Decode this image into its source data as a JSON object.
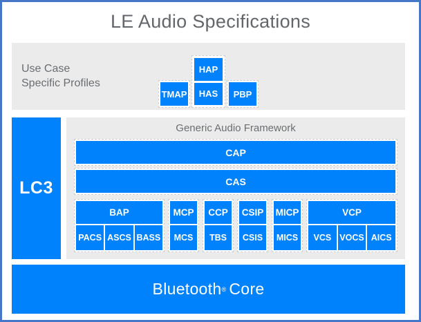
{
  "title": "LE Audio Specifications",
  "colors": {
    "box_blue": "#0082fc",
    "panel_gray": "#ebebeb",
    "frame_blue": "#4576c8",
    "label_gray": "#6a6e71",
    "dashed_border": "#cfcfcf"
  },
  "use_case": {
    "label_line1": "Use Case",
    "label_line2": "Specific Profiles",
    "hap": "HAP",
    "has": "HAS",
    "tmap": "TMAP",
    "pbp": "PBP"
  },
  "lc3": "LC3",
  "framework": {
    "title": "Generic Audio Framework",
    "cap": "CAP",
    "cas": "CAS",
    "groups": [
      {
        "parent": "BAP",
        "children": [
          "PACS",
          "ASCS",
          "BASS"
        ]
      },
      {
        "parent": "MCP",
        "children": [
          "MCS"
        ]
      },
      {
        "parent": "CCP",
        "children": [
          "TBS"
        ]
      },
      {
        "parent": "CSIP",
        "children": [
          "CSIS"
        ]
      },
      {
        "parent": "MICP",
        "children": [
          "MICS"
        ]
      },
      {
        "parent": "VCP",
        "children": [
          "VCS",
          "VOCS",
          "AICS"
        ]
      }
    ]
  },
  "core": {
    "brand": "Bluetooth",
    "registered": "®",
    "word": "Core"
  }
}
